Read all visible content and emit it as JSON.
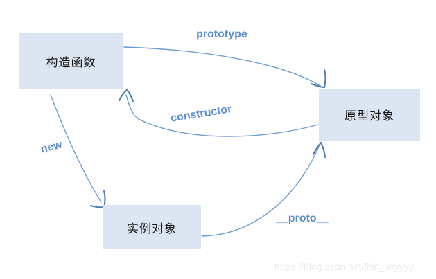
{
  "diagram": {
    "title": "JavaScript prototype relationship diagram",
    "background_color": "#ffffff",
    "node_fill_color": "#dce6f2",
    "edge_color": "#6f9dd0",
    "label_color": "#5b8fd0",
    "node_text_color": "#181818",
    "nodes": [
      {
        "id": "constructor-fn",
        "label": "构造函数"
      },
      {
        "id": "prototype-obj",
        "label": "原型对象"
      },
      {
        "id": "instance-obj",
        "label": "实例对象"
      }
    ],
    "edges": [
      {
        "id": "prototype",
        "label": "prototype",
        "from": "构造函数",
        "to": "原型对象"
      },
      {
        "id": "constructor",
        "label": "constructor",
        "from": "原型对象",
        "to": "构造函数"
      },
      {
        "id": "new",
        "label": "new",
        "from": "构造函数",
        "to": "实例对象"
      },
      {
        "id": "proto",
        "label": "__proto__",
        "from": "实例对象",
        "to": "原型对象"
      }
    ]
  },
  "watermark": {
    "text": "https://blog.csdn.net/fish_skyyyy"
  }
}
